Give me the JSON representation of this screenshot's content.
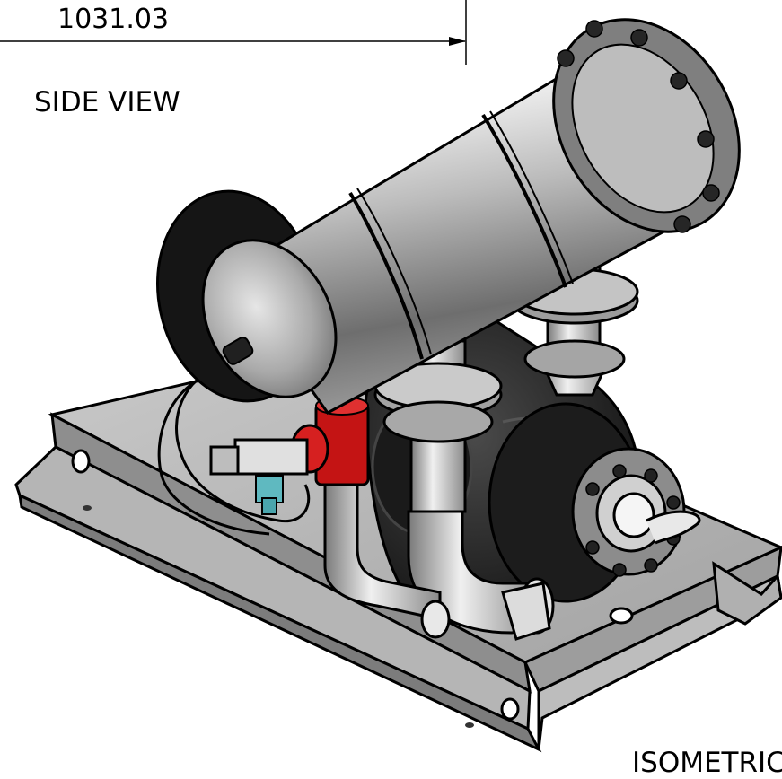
{
  "dimension": {
    "value": "1031.03"
  },
  "views": {
    "side_label": "SIDE VIEW",
    "iso_label": "ISOMETRIC"
  },
  "colors": {
    "steel_light": "#d9d9d9",
    "steel_mid": "#a8a8a8",
    "steel_dark": "#5a5a5a",
    "motor_black": "#1e1e1e",
    "valve_red": "#d01818",
    "fitting_cyan": "#5fb9c0",
    "outline": "#000000"
  },
  "parts": [
    "dimension-line",
    "base-frame",
    "pressure-vessel",
    "end-cap-dome",
    "vessel-flange",
    "pump-volute",
    "motor",
    "suction-elbow",
    "discharge-elbow",
    "red-valve",
    "sensor-cable"
  ]
}
